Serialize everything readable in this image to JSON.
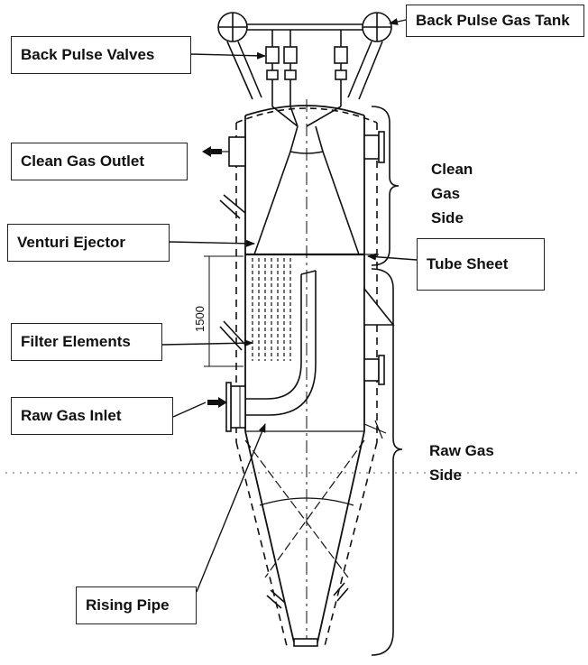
{
  "diagram": {
    "labels": {
      "back_pulse_gas_tank": "Back Pulse Gas Tank",
      "back_pulse_valves": "Back Pulse Valves",
      "clean_gas_outlet": "Clean Gas Outlet",
      "venturi_ejector": "Venturi Ejector",
      "filter_elements": "Filter Elements",
      "raw_gas_inlet": "Raw Gas Inlet",
      "rising_pipe": "Rising Pipe",
      "tube_sheet": "Tube Sheet"
    },
    "sides": {
      "clean_gas_side": [
        "Clean",
        "Gas",
        "Side"
      ],
      "raw_gas_side": [
        "Raw Gas",
        "Side"
      ]
    },
    "dimension": "1500"
  }
}
